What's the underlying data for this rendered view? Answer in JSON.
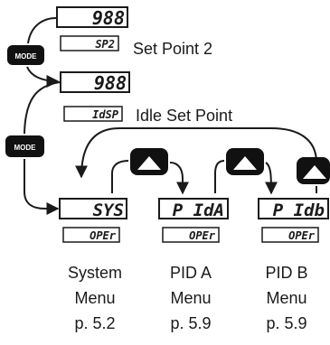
{
  "mode_buttons": [
    {
      "label": "MODE"
    },
    {
      "label": "MODE"
    }
  ],
  "displays": {
    "top_value": "988",
    "setpoint2_code": "SP2",
    "setpoint2_label": "Set Point 2",
    "second_value": "988",
    "idle_code": "IdSP",
    "idle_label": "Idle Set Point"
  },
  "menus": [
    {
      "top": "SYS",
      "bottom": "OPEr",
      "name": "System",
      "word": "Menu",
      "page": "p. 5.2"
    },
    {
      "top": "P IdA",
      "bottom": "OPEr",
      "name": "PID A",
      "word": "Menu",
      "page": "p. 5.9"
    },
    {
      "top": "P Idb",
      "bottom": "OPEr",
      "name": "PID B",
      "word": "Menu",
      "page": "p. 5.9"
    }
  ],
  "colors": {
    "ink": "#1a1a1a",
    "button_fill": "#111111",
    "button_text": "#ffffff"
  },
  "icons": [
    "mode-button-icon",
    "up-arrow-button-icon",
    "flow-arrow-icon"
  ]
}
